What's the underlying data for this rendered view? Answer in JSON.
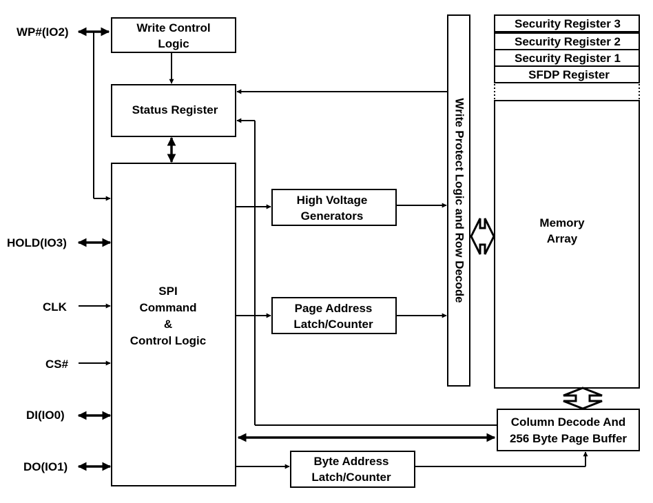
{
  "pins": {
    "wp": "WP#(IO2)",
    "hold": "HOLD(IO3)",
    "clk": "CLK",
    "cs": "CS#",
    "di": "DI(IO0)",
    "do": "DO(IO1)"
  },
  "blocks": {
    "write_control": [
      "Write Control",
      "Logic"
    ],
    "status_register": "Status Register",
    "spi_control": [
      "SPI",
      "Command",
      "&",
      "Control Logic"
    ],
    "high_voltage": [
      "High Voltage",
      "Generators"
    ],
    "page_address": [
      "Page Address",
      "Latch/Counter"
    ],
    "byte_address": [
      "Byte Address",
      "Latch/Counter"
    ],
    "write_protect": "Write Protect Logic and Row Decode",
    "security_registers": [
      "Security Register 3",
      "Security Register 2",
      "Security Register 1"
    ],
    "sfdp_register": "SFDP Register",
    "memory_array": [
      "Memory",
      "Array"
    ],
    "column_decode": [
      "Column Decode And",
      "256 Byte Page Buffer"
    ]
  }
}
